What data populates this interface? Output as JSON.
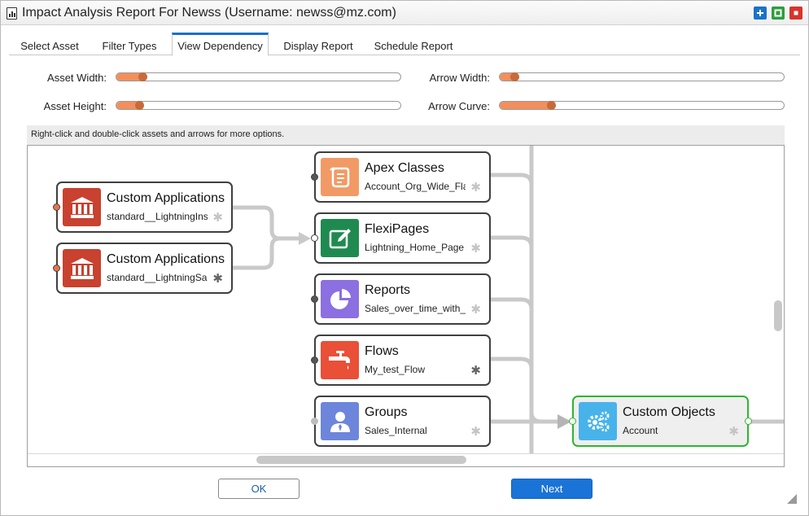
{
  "window": {
    "title": "Impact Analysis Report For Newss (Username: newss@mz.com)"
  },
  "tabs": [
    {
      "label": "Select Asset",
      "active": false
    },
    {
      "label": "Filter Types",
      "active": false
    },
    {
      "label": "View Dependency",
      "active": true
    },
    {
      "label": "Display Report",
      "active": false
    },
    {
      "label": "Schedule Report",
      "active": false
    }
  ],
  "sliders": {
    "asset_width": {
      "label": "Asset Width:",
      "value_pct": 8
    },
    "asset_height": {
      "label": "Asset Height:",
      "value_pct": 7
    },
    "arrow_width": {
      "label": "Arrow Width:",
      "value_pct": 4
    },
    "arrow_curve": {
      "label": "Arrow Curve:",
      "value_pct": 17
    }
  },
  "hint": "Right-click and double-click assets and arrows for more options.",
  "nodes": [
    {
      "type": "Custom Applications",
      "name": "standard__LightningInstrumentation",
      "icon": "bank-icon",
      "color": "#c9412f"
    },
    {
      "type": "Custom Applications",
      "name": "standard__LightningSales",
      "icon": "bank-icon",
      "color": "#c9412f"
    },
    {
      "type": "Apex Classes",
      "name": "Account_Org_Wide_Flag",
      "icon": "scroll-icon",
      "color": "#f29a66"
    },
    {
      "type": "FlexiPages",
      "name": "Lightning_Home_Page",
      "icon": "edit-icon",
      "color": "#1f8a4f"
    },
    {
      "type": "Reports",
      "name": "Sales_over_time_with_channel",
      "icon": "pie-chart-icon",
      "color": "#8c6fe0"
    },
    {
      "type": "Flows",
      "name": "My_test_Flow",
      "icon": "faucet-icon",
      "color": "#ea4f37"
    },
    {
      "type": "Groups",
      "name": "Sales_Internal",
      "icon": "user-group-icon",
      "color": "#6d86db"
    },
    {
      "type": "Custom Objects",
      "name": "Account",
      "icon": "gears-icon",
      "color": "#48b3ea"
    }
  ],
  "buttons": {
    "ok": "OK",
    "next": "Next"
  }
}
